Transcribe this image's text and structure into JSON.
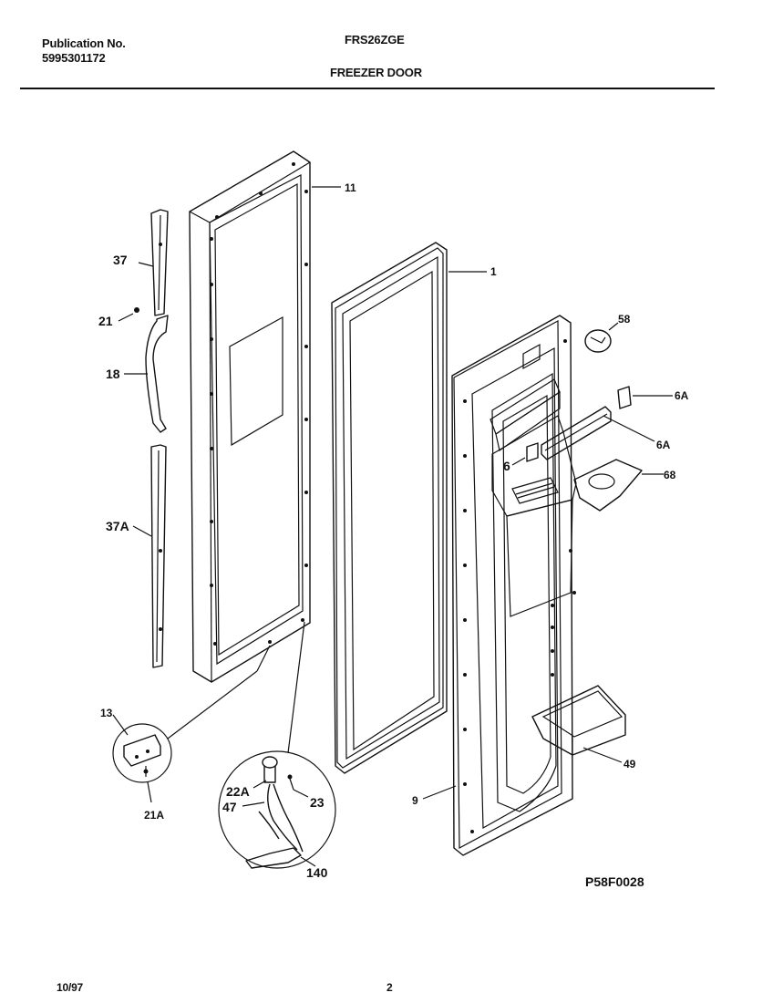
{
  "header": {
    "publication_label": "Publication No.",
    "publication_number": "5995301172",
    "model": "FRS26ZGE",
    "section_title": "FREEZER DOOR"
  },
  "callouts": {
    "c11": "11",
    "c1": "1",
    "c37": "37",
    "c21": "21",
    "c18": "18",
    "c37a": "37A",
    "c13": "13",
    "c21a": "21A",
    "c22a": "22A",
    "c47": "47",
    "c23": "23",
    "c140": "140",
    "c9": "9",
    "c58": "58",
    "c6a_top": "6A",
    "c6a": "6A",
    "c6": "6",
    "c68": "68",
    "c49": "49"
  },
  "figure_code": "P58F0028",
  "footer": {
    "date": "10/97",
    "page": "2"
  }
}
